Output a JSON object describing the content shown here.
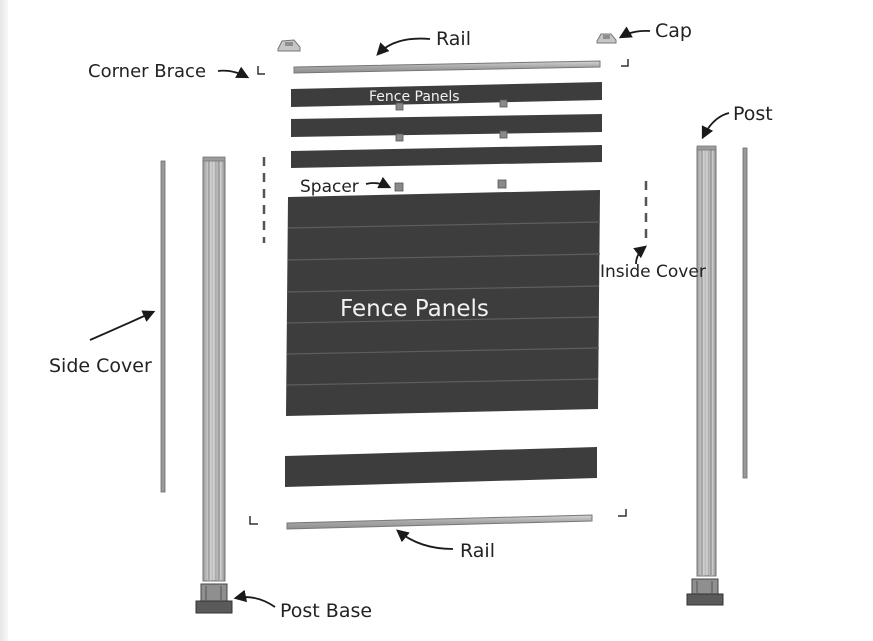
{
  "labels": {
    "rail_top": "Rail",
    "cap": "Cap",
    "corner_brace": "Corner Brace",
    "fence_panels_top": "Fence Panels",
    "post": "Post",
    "spacer": "Spacer",
    "inside_cover": "Inside Cover",
    "fence_panels_main": "Fence Panels",
    "side_cover": "Side Cover",
    "rail_bottom": "Rail",
    "post_base": "Post Base"
  },
  "colors": {
    "panel": "#3d3d3d",
    "panel_line": "#5e5e5e",
    "metal": "#bdbdbd",
    "metal_dark": "#8a8a8a",
    "arrow": "#1a1a1a",
    "text": "#222222",
    "panel_text": "#f2f2f2"
  }
}
